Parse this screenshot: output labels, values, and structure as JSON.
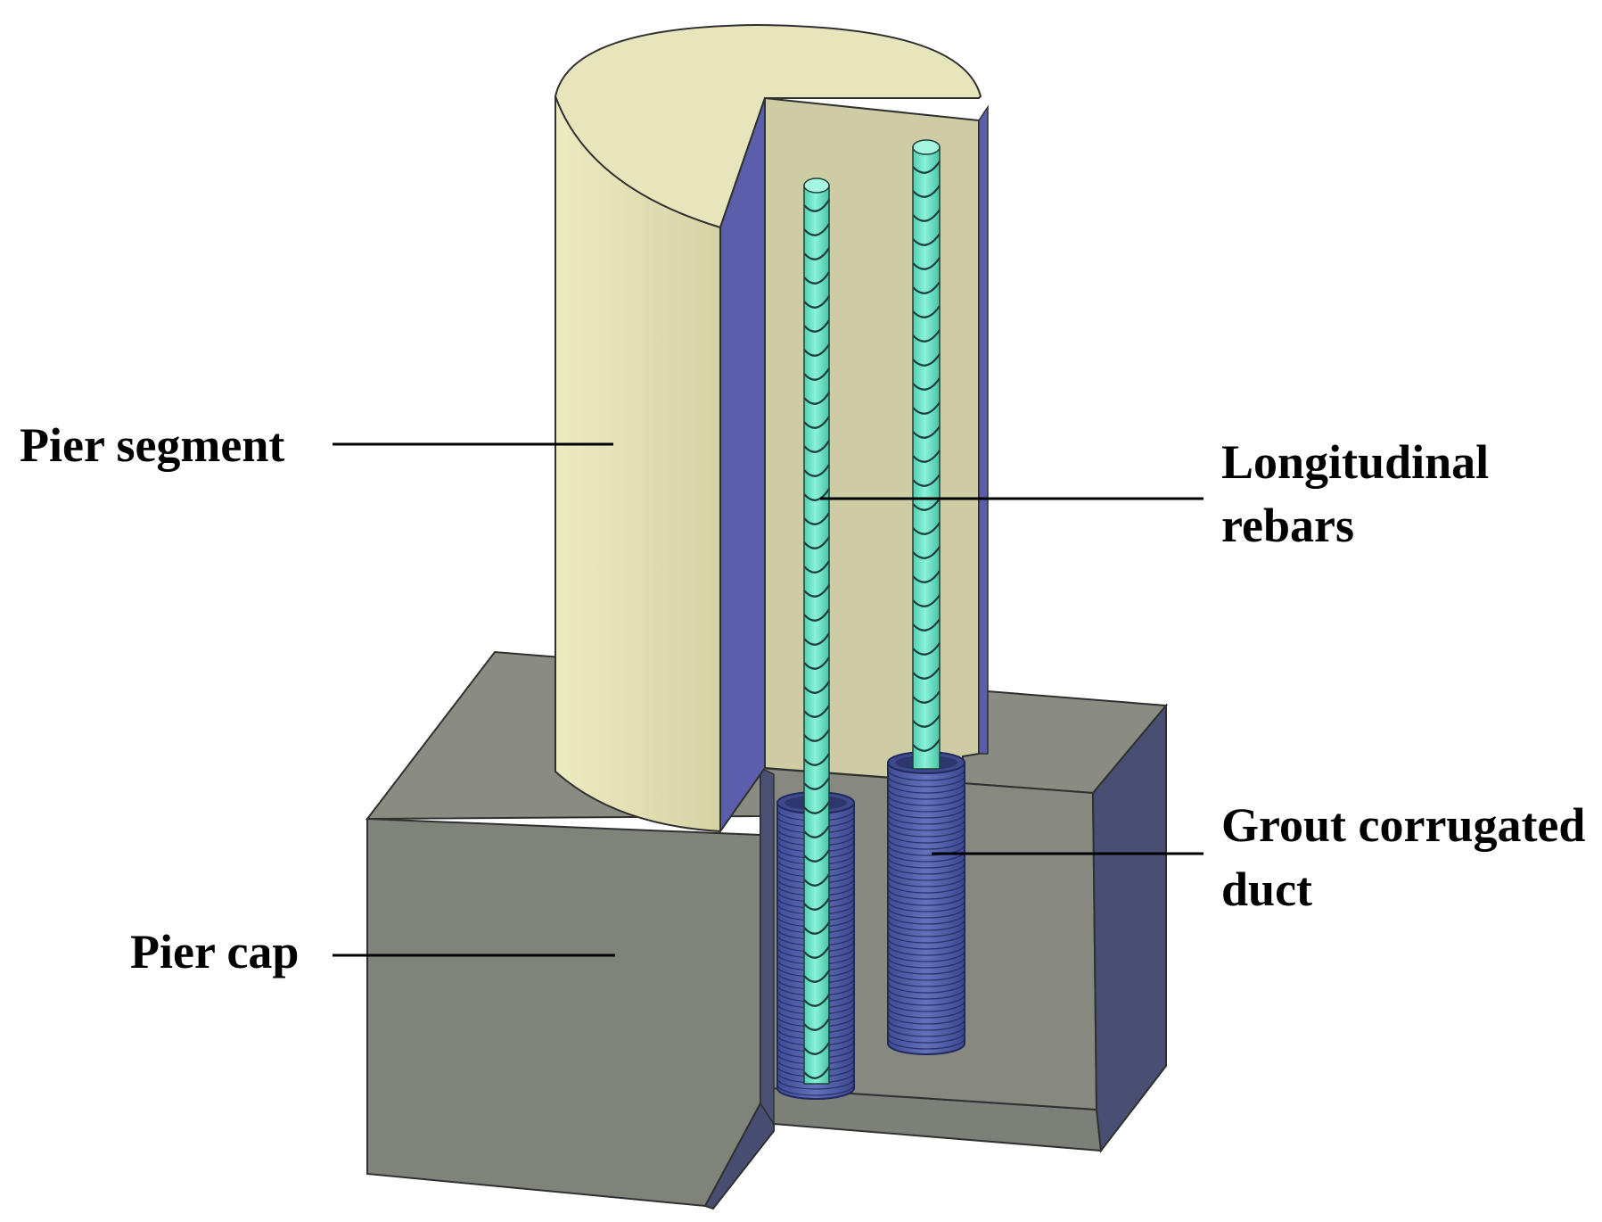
{
  "labels": {
    "pier_segment": "Pier segment",
    "longitudinal_rebars_line1": "Longitudinal",
    "longitudinal_rebars_line2": "rebars",
    "grout_duct_line1": "Grout corrugated",
    "grout_duct_line2": "duct",
    "pier_cap": "Pier cap"
  },
  "colors": {
    "pier_segment": "#e6e4b8",
    "section_face": "#cdcca4",
    "cut_face": "#5b5fab",
    "pier_cap_front": "#818479",
    "pier_cap_top": "#8c8e84",
    "pier_cap_side": "#484f72",
    "rebar": "#66e0c2",
    "rebar_rib": "#1f3f3a",
    "duct": "#4e5ca6",
    "duct_rib": "#202a5e",
    "leader_line": "#000000",
    "outline": "#303030"
  }
}
